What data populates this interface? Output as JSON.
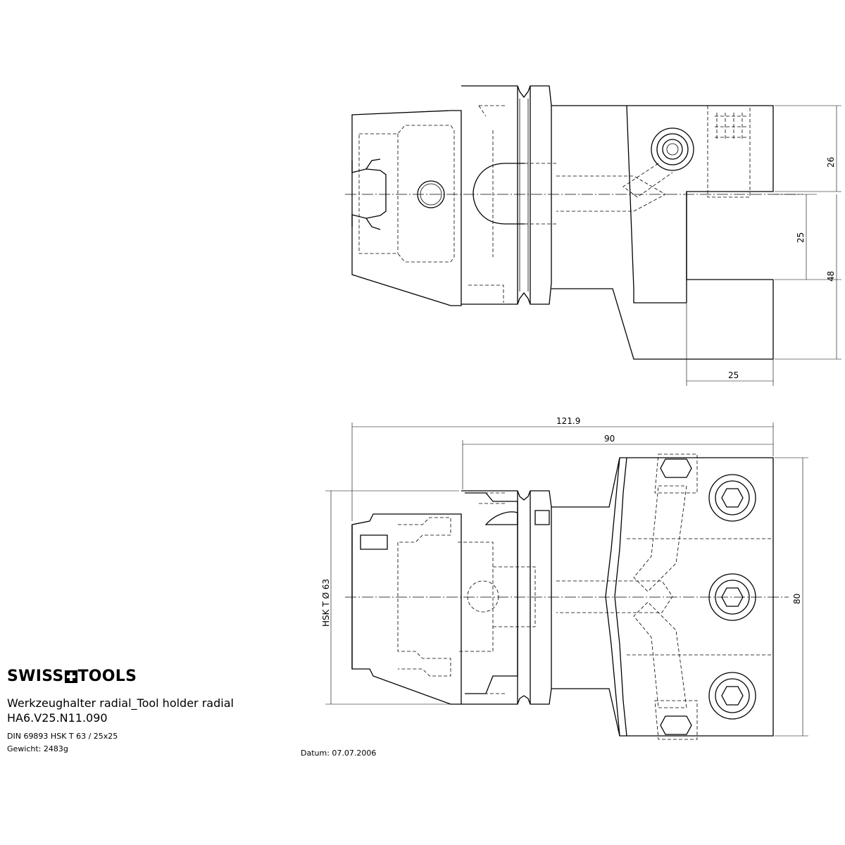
{
  "brand": {
    "left": "SWISS",
    "right": "TOOLS"
  },
  "title": {
    "description": "Werkzeughalter radial_Tool holder radial",
    "part_number": "HA6.V25.N11.090",
    "standard": "DIN 69893 HSK  T 63   / 25x25",
    "weight": "Gewicht: 2483g",
    "date": "Datum: 07.07.2006"
  },
  "dimensions": {
    "top_26": "26",
    "top_25_v": "25",
    "top_48": "48",
    "top_25_h": "25",
    "overall_length": "121.9",
    "length_90": "90",
    "height_80": "80",
    "shank": "HSK T  Ø 63"
  }
}
